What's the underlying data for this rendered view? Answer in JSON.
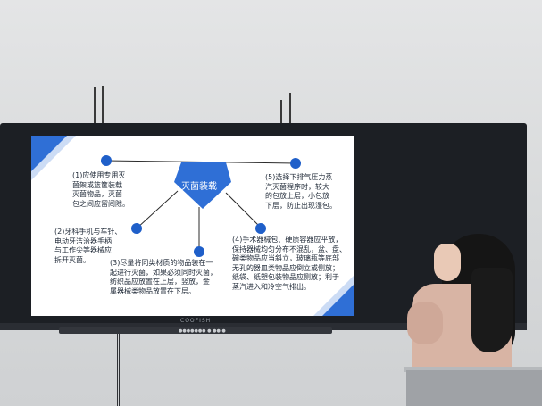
{
  "slide": {
    "center_label": "灭菌装载",
    "item1": [
      "(1)应使用专用灭",
      "菌架或篮筐装载",
      "灭菌物品，灭菌",
      "包之间应留间隙。"
    ],
    "item2": [
      "(2)牙科手机与车针、",
      "电动牙洁治器手柄",
      "与工作尖等器械应",
      "拆开灭菌。"
    ],
    "item3": [
      "(3)尽量将同类材质的物品装在一",
      "起进行灭菌，如果必须同时灭菌，",
      "纺织品应放置在上层，竖放，金",
      "属器械类物品放置在下层。"
    ],
    "item4": [
      "(4)手术器械包、硬质容器应平放，",
      "保持器械均匀分布不混乱，盆、盘、",
      "碗类物品应当斜立，玻璃瓶等底部",
      "无孔的器皿类物品应倒立或侧放；",
      "纸袋、纸塑包装物品应侧放；利于",
      "蒸汽进入和冷空气排出。"
    ],
    "item5": [
      "(5)选择下排气压力蒸",
      "汽灭菌程序时，较大",
      "的包放上层，小包放",
      "下层，防止出现湿包。"
    ]
  },
  "board": {
    "brand": "COOFISH",
    "tray_dots": "●●●●●●● ● ●● ●"
  },
  "colors": {
    "accent": "#2f6fd6",
    "accent_light": "#b7cdf1",
    "board": "#1c1f24"
  }
}
